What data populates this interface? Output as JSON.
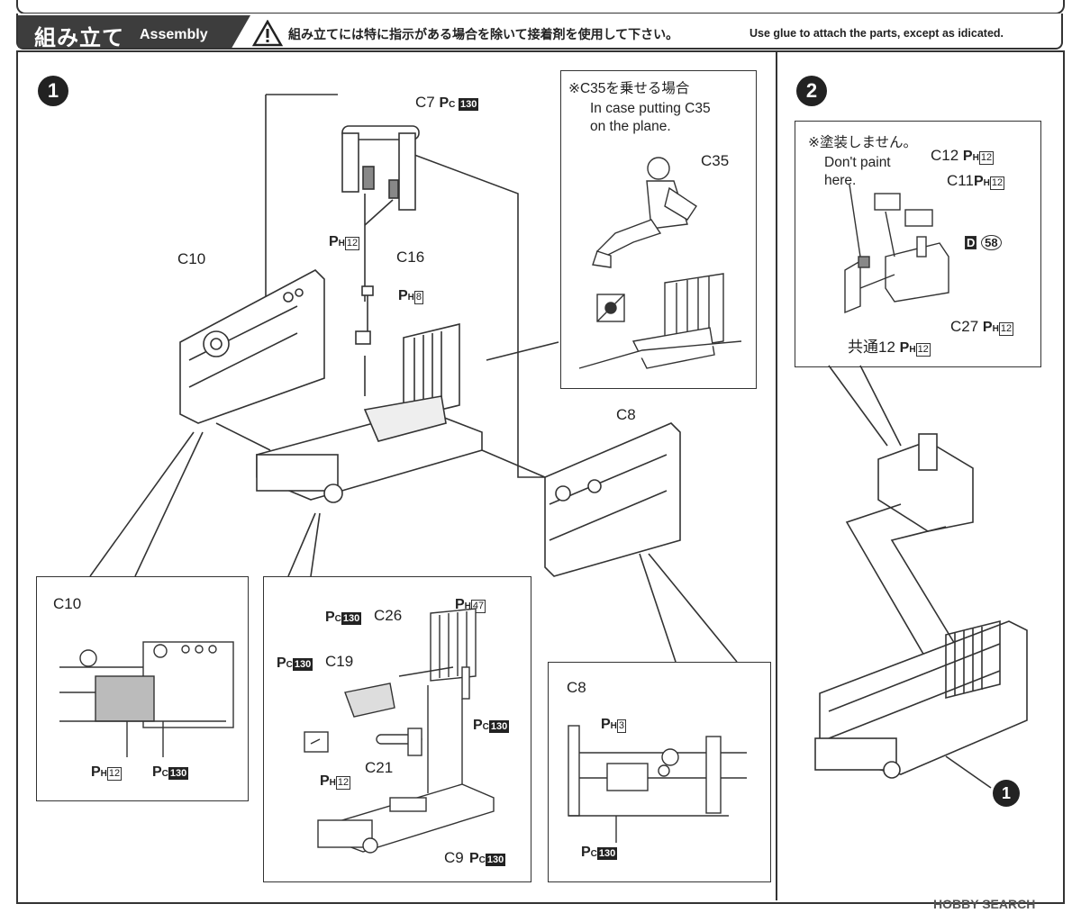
{
  "header": {
    "title_jp": "組み立て",
    "title_en": "Assembly",
    "warning_jp": "組み立てには特に指示がある場合を除いて接着剤を使用して下さい。",
    "warning_en": "Use glue to attach the parts, except as idicated."
  },
  "step1": {
    "number": "1",
    "c7": "C7",
    "c10": "C10",
    "c16": "C16",
    "c8": "C8",
    "c7_paint": {
      "prefix": "P",
      "sub": "C",
      "code": "130"
    },
    "ph12": {
      "prefix": "P",
      "sub": "H",
      "code": "12"
    },
    "ph8": {
      "prefix": "P",
      "sub": "H",
      "code": "8"
    },
    "inset_c35": {
      "note_jp": "※C35を乗せる場合",
      "note_en_1": "In case putting C35",
      "note_en_2": "on the plane.",
      "part": "C35"
    },
    "inset_c10": {
      "title": "C10",
      "paint1": {
        "prefix": "P",
        "sub": "H",
        "code": "12"
      },
      "paint2": {
        "prefix": "P",
        "sub": "C",
        "code": "130"
      }
    },
    "inset_c9": {
      "c26": "C26",
      "c19": "C19",
      "c21": "C21",
      "c9": "C9",
      "ph47": {
        "prefix": "P",
        "sub": "H",
        "code": "47"
      },
      "pc130": {
        "prefix": "P",
        "sub": "C",
        "code": "130"
      },
      "ph12": {
        "prefix": "P",
        "sub": "H",
        "code": "12"
      }
    },
    "inset_c8": {
      "title": "C8",
      "ph3": {
        "prefix": "P",
        "sub": "H",
        "code": "3"
      },
      "pc130": {
        "prefix": "P",
        "sub": "C",
        "code": "130"
      }
    }
  },
  "step2": {
    "number": "2",
    "note_jp": "※塗装しません。",
    "note_en_1": "Don't paint",
    "note_en_2": "here.",
    "c12": "C12",
    "c11": "C11",
    "c27": "C27",
    "common": "共通12",
    "ph12": {
      "prefix": "P",
      "sub": "H",
      "code": "12"
    },
    "decal": "58",
    "ref": "1"
  },
  "watermark": "HOBBY SEARCH"
}
